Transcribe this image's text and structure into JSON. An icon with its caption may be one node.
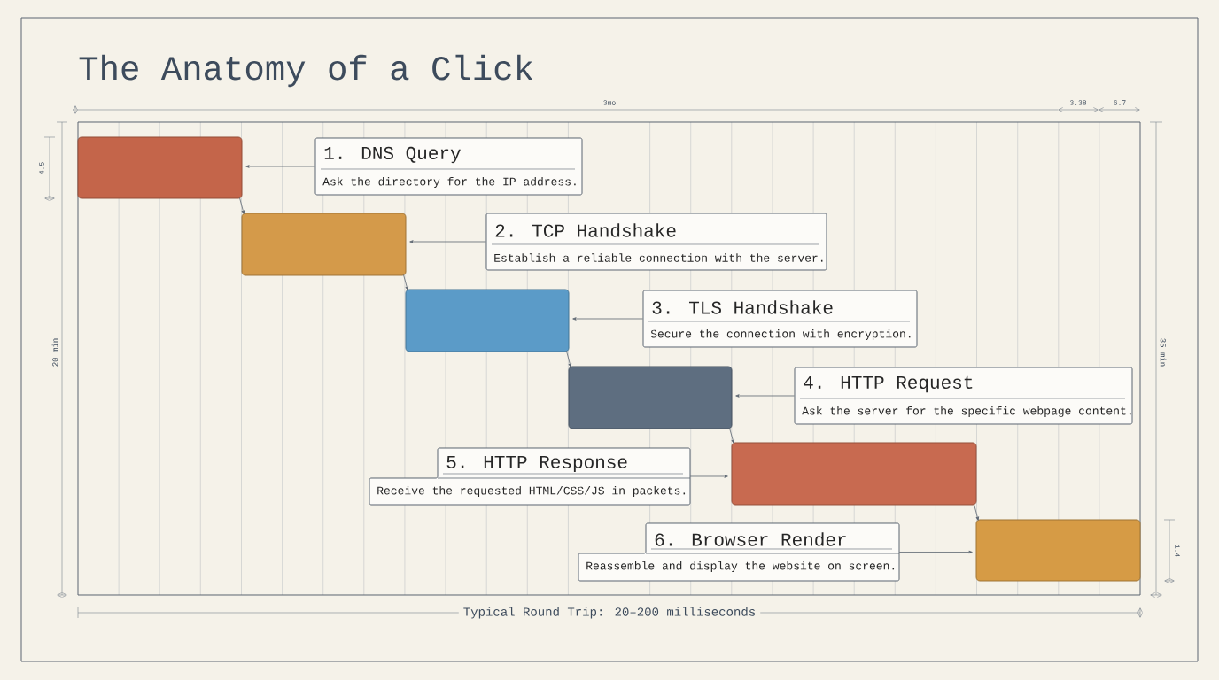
{
  "diagram": {
    "title": "The Anatomy of a Click",
    "nodes": [
      {
        "text": [],
        "shape": "bar"
      },
      {
        "text": [
          "1. DNS Query",
          "Ask the directory for the IP address."
        ]
      },
      {
        "text": [],
        "shape": "bar"
      },
      {
        "text": [
          "2. TCP Handshake",
          "Establish a reliable connection with the server."
        ]
      },
      {
        "text": [],
        "shape": "bar"
      },
      {
        "text": [
          "3. TLS Handshake",
          "Secure the connection with encryption."
        ]
      },
      {
        "text": [],
        "shape": "bar"
      },
      {
        "text": [
          "4. HTTP Request",
          "Ask the server for the specific webpage content."
        ]
      },
      {
        "text": [
          "5. HTTP Response",
          "Receive the requested HTML/CSS/JS in packets."
        ]
      },
      {
        "text": [],
        "shape": "bar"
      },
      {
        "text": [
          "6. Browser Render",
          "Reassemble and display the website on screen."
        ]
      },
      {
        "text": [],
        "shape": "bar"
      }
    ],
    "edges": [
      {
        "from": 1,
        "to": 0,
        "arrow": "to"
      },
      {
        "from": 3,
        "to": 2,
        "arrow": "to"
      },
      {
        "from": 5,
        "to": 4,
        "arrow": "to"
      },
      {
        "from": 7,
        "to": 6,
        "arrow": "to"
      },
      {
        "from": 8,
        "to": 9,
        "arrow": "to"
      },
      {
        "from": 10,
        "to": 11,
        "arrow": "to"
      },
      {
        "from": 0,
        "to": 2,
        "arrow": "to"
      },
      {
        "from": 2,
        "to": 4,
        "arrow": "to"
      },
      {
        "from": 4,
        "to": 6,
        "arrow": "to"
      },
      {
        "from": 6,
        "to": 9,
        "arrow": "to"
      },
      {
        "from": 9,
        "to": 11,
        "arrow": "to"
      }
    ],
    "labels": [
      "3mo",
      "3.38",
      "6.7",
      "4.5",
      "20 min",
      "35 min",
      "1.4",
      "Typical Round Trip: 20–200 milliseconds"
    ]
  }
}
